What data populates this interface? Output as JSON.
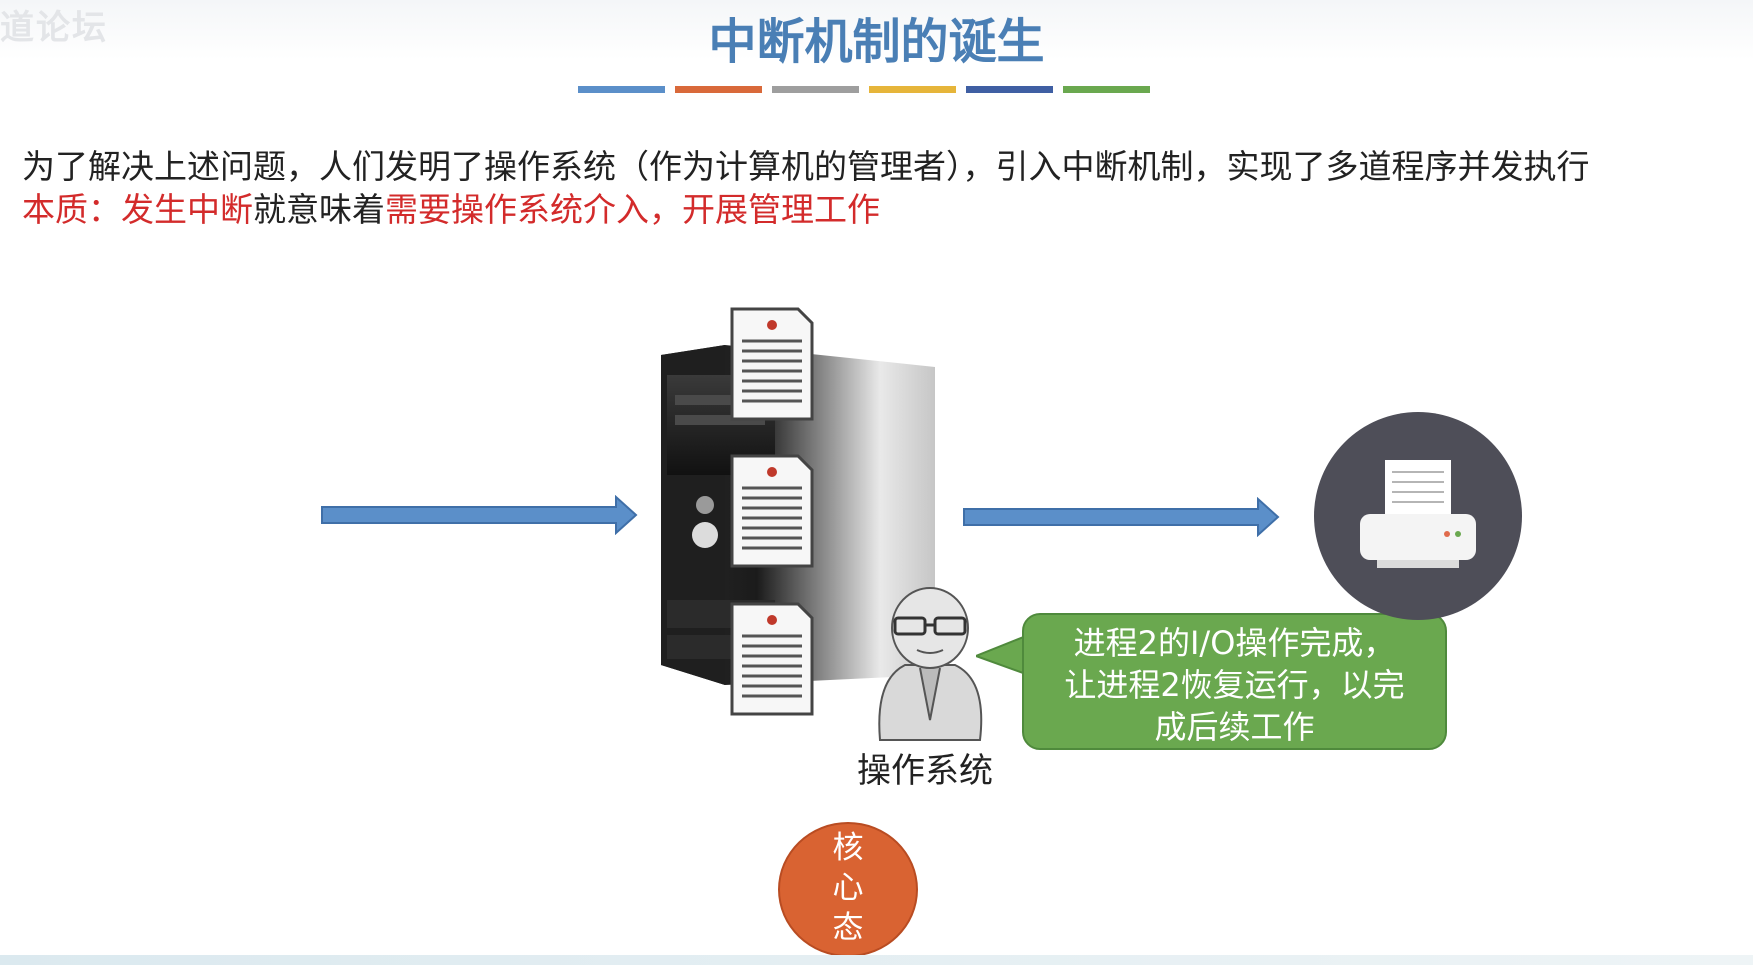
{
  "watermark": "道论坛",
  "title": "中断机制的诞生",
  "colors": {
    "title": "#4a7fb5",
    "highlight_red": "#d32b2b",
    "arrow_blue": "#5b8fc9",
    "bubble_green": "#6aa84f",
    "kernel_orange": "#d96332",
    "printer_circle": "#4e4e58"
  },
  "title_underline_colors": [
    "#5b8fc9",
    "#d9693a",
    "#9e9e9e",
    "#e6b53a",
    "#3f5fa3",
    "#6aa84f"
  ],
  "body": {
    "line1": "为了解决上述问题，人们发明了操作系统（作为计算机的管理者），引入中断机制，实现了多道程序并发执行",
    "line2_part1": "本质：发生中断",
    "line2_part2": "就意味着",
    "line2_part3": "需要操作系统介入，开展管理工作"
  },
  "diagram": {
    "icons": [
      "arrow-right-icon",
      "server-tower-icon",
      "document-icon",
      "person-icon",
      "printer-icon"
    ],
    "os_label": "操作系统",
    "bubble_lines": [
      "进程2的I/O操作完成，",
      "让进程2恢复运行，以完",
      "成后续工作"
    ],
    "kernel_chars": [
      "核",
      "心",
      "态"
    ]
  }
}
